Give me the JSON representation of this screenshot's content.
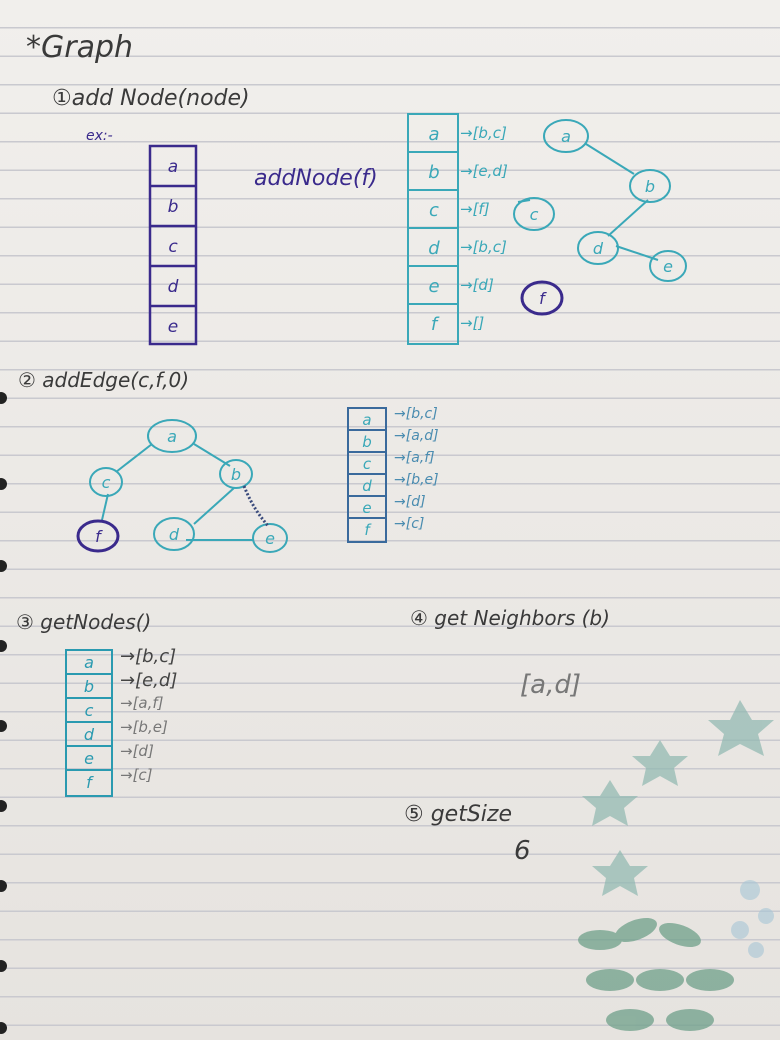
{
  "title": "*Graph",
  "section1": {
    "heading": "①add Node(node)",
    "example_label": "ex:-",
    "call": "addNode(f)",
    "before_nodes": [
      "a",
      "b",
      "c",
      "d",
      "e"
    ],
    "after_nodes": [
      "a",
      "b",
      "c",
      "d",
      "e",
      "f"
    ],
    "after_lists": [
      "[b,c]",
      "[e,d]",
      "[f]",
      "[b,c]",
      "[d]",
      "[]"
    ],
    "graph_nodes": [
      "a",
      "b",
      "c",
      "d",
      "e",
      "f"
    ]
  },
  "section2": {
    "heading": "② addEdge(c,f,0)",
    "graph_nodes": [
      "a",
      "c",
      "b",
      "f",
      "d",
      "e"
    ],
    "nodes": [
      "a",
      "b",
      "c",
      "d",
      "e",
      "f"
    ],
    "lists": [
      "[b,c]",
      "[a,d]",
      "[a,f]",
      "[b,e]",
      "[d]",
      "[c]"
    ]
  },
  "section3": {
    "heading": "③ getNodes()",
    "nodes": [
      "a",
      "b",
      "c",
      "d",
      "e",
      "f"
    ],
    "lists": [
      "[b,c]",
      "[e,d]",
      "[a,f]",
      "[b,e]",
      "[d]",
      "[c]"
    ]
  },
  "section4": {
    "heading": "④ get Neighbors (b)",
    "result": "[a,d]"
  },
  "section5": {
    "heading": "⑤ getSize",
    "result": "6"
  },
  "colors": {
    "purple_ink": "#3a2a8c",
    "teal_ink": "#3aa8b8",
    "dark_ink": "#3a3a3a"
  }
}
